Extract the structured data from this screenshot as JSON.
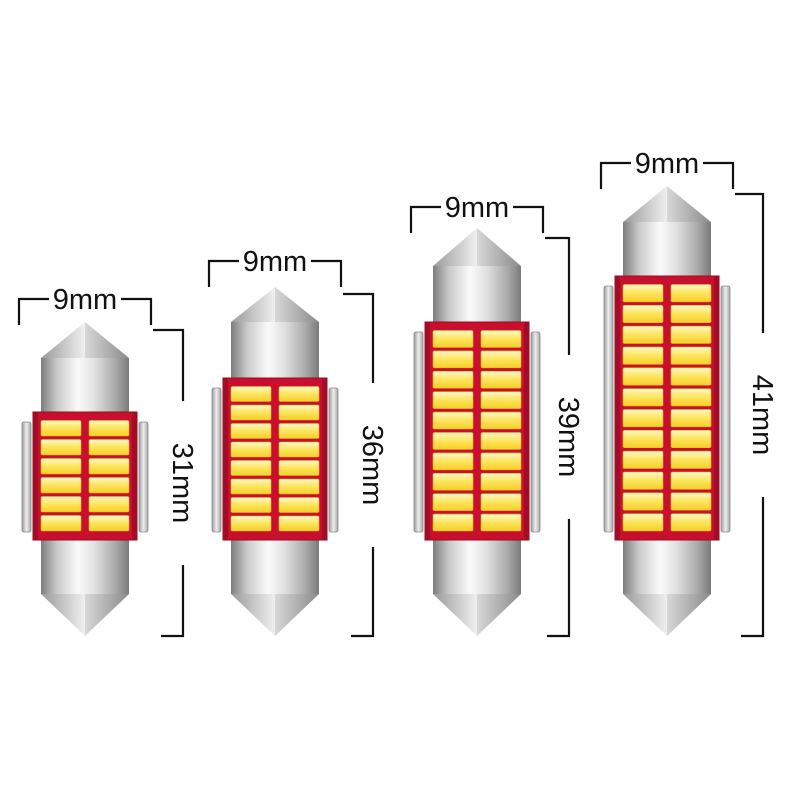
{
  "bulbs": [
    {
      "width_label": "9mm",
      "length_label": "31mm",
      "led_rows": 6
    },
    {
      "width_label": "9mm",
      "length_label": "36mm",
      "led_rows": 8
    },
    {
      "width_label": "9mm",
      "length_label": "39mm",
      "led_rows": 10
    },
    {
      "width_label": "9mm",
      "length_label": "41mm",
      "led_rows": 12
    }
  ],
  "colors": {
    "pcb": "#c8102e",
    "led": "#fde45a",
    "led_core": "#fff6b0",
    "metal_dark": "#8e8e8e",
    "metal_light": "#f4f4f4",
    "dimension_lines": "#111111"
  }
}
